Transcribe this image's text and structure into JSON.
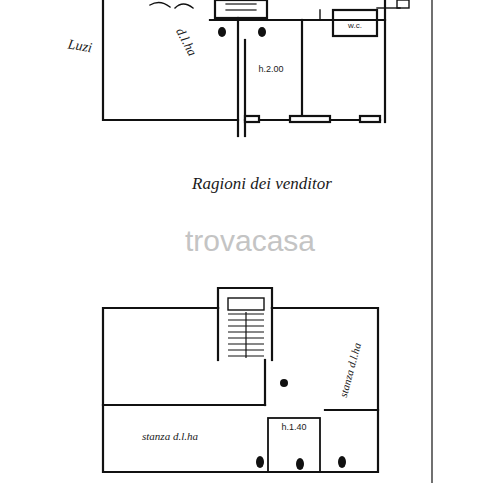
{
  "diagram": {
    "labels": [
      "Luzi",
      "d.l.ha",
      "h.2.00",
      "w.c.",
      "Ragioni dei venditor",
      "trovacasa",
      "stanza d.l.ha",
      "h.1.40",
      "stanza d.l.ha"
    ]
  }
}
